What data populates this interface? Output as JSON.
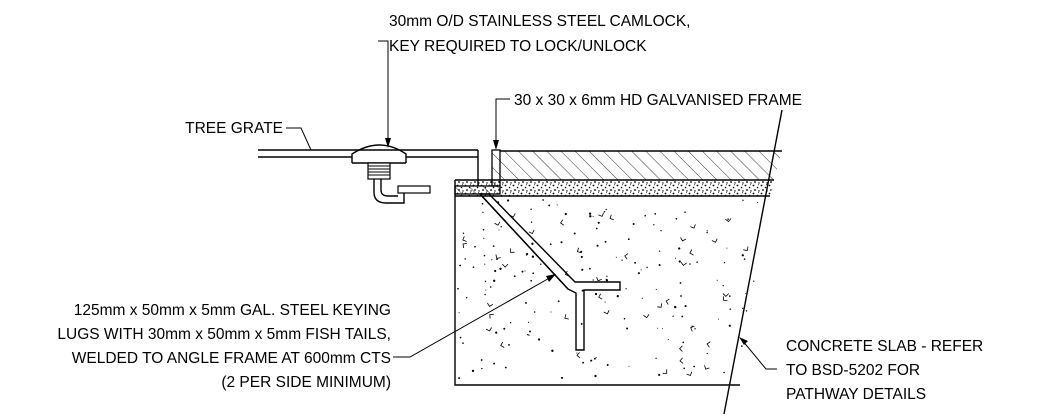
{
  "labels": {
    "camlock_line1": "30mm O/D STAINLESS STEEL CAMLOCK,",
    "camlock_line2": "KEY REQUIRED TO LOCK/UNLOCK",
    "frame": "30 x 30 x 6mm HD GALVANISED FRAME",
    "tree_grate": "TREE GRATE",
    "lugs_line1": "125mm x 50mm x 5mm GAL. STEEL KEYING",
    "lugs_line2": "LUGS WITH 30mm x 50mm x 5mm FISH TAILS,",
    "lugs_line3": "WELDED TO ANGLE FRAME AT 600mm CTS",
    "lugs_line4": "(2 PER SIDE MINIMUM)",
    "slab_line1": "CONCRETE SLAB - REFER",
    "slab_line2": "TO BSD-5202 FOR",
    "slab_line3": "PATHWAY DETAILS"
  },
  "colors": {
    "linework": "#000000",
    "background": "#ffffff"
  }
}
